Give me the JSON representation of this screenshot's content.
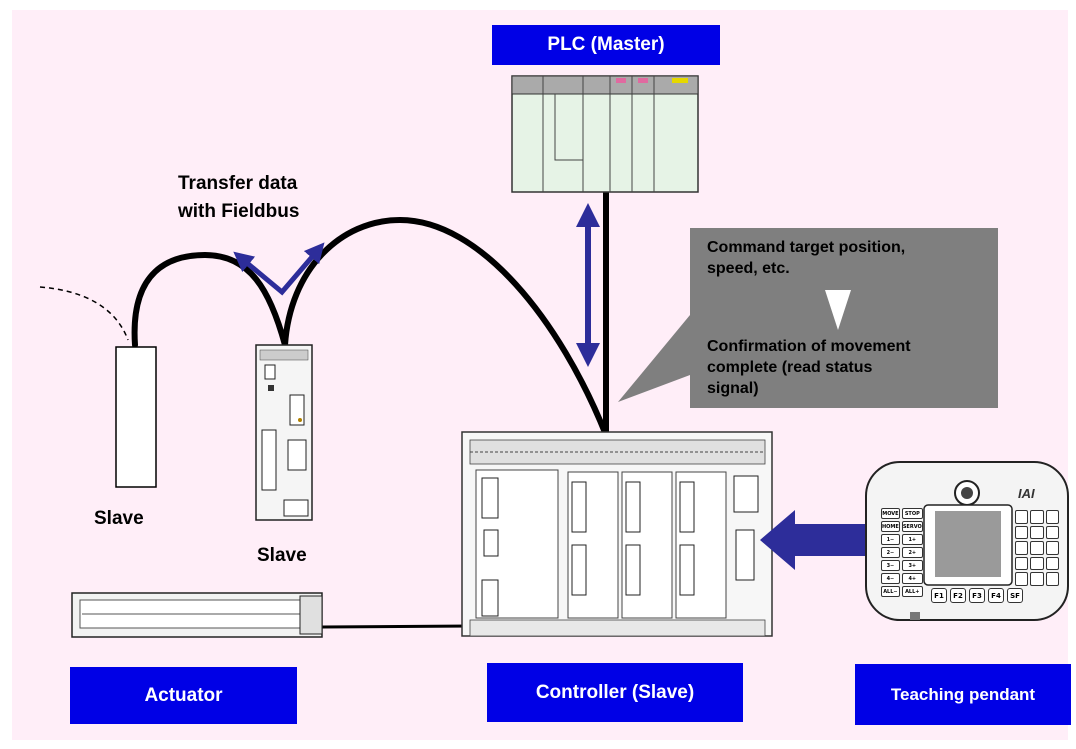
{
  "labels": {
    "plc": "PLC (Master)",
    "controller": "Controller (Slave)",
    "actuator": "Actuator",
    "pendant": "Teaching pendant"
  },
  "annotations": {
    "transfer_line1": "Transfer data",
    "transfer_line2": "with Fieldbus",
    "slave_left": "Slave",
    "slave_middle": "Slave"
  },
  "callout": {
    "line1": "Command target position,",
    "line2": "speed, etc.",
    "line3": "Confirmation of movement",
    "line4": "complete (read status",
    "line5": "signal)"
  },
  "pendant_keys": {
    "brand": "IAI",
    "left_keys": [
      "MOVE",
      "STOP",
      "HOME",
      "SERVO",
      "1−",
      "1+",
      "2−",
      "2+",
      "3−",
      "3+",
      "4−",
      "4+",
      "ALL−",
      "ALL+"
    ],
    "fn_keys": [
      "F1",
      "F2",
      "F3",
      "F4",
      "SF"
    ]
  },
  "colors": {
    "panel_bg": "#ffeef8",
    "label_blue": "#0000e6",
    "arrow_blue": "#2d2d9a",
    "callout_gray": "#7f7f7f"
  }
}
